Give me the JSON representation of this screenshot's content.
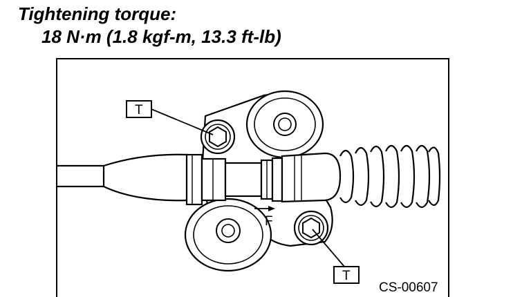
{
  "heading": {
    "title": "Tightening torque:",
    "value": "18 N·m (1.8 kgf-m, 13.3 ft-lb)"
  },
  "diagram": {
    "callout_top": "T",
    "callout_bottom": "T",
    "direction_label": "F",
    "figure_code": "CS-00607"
  }
}
